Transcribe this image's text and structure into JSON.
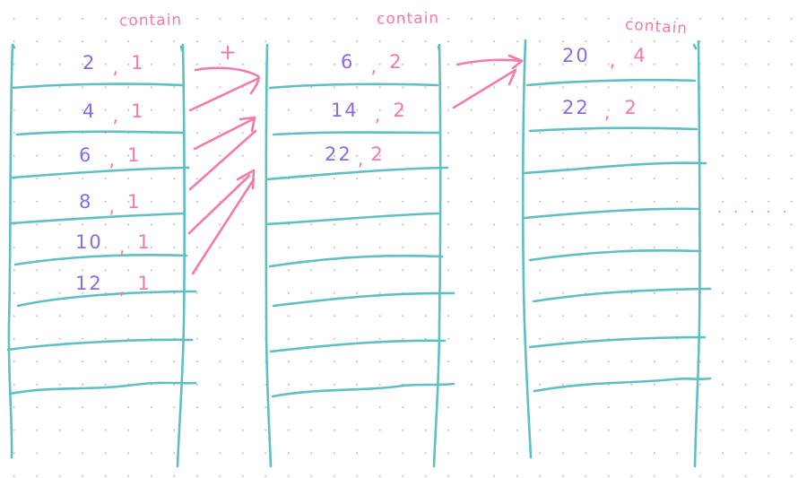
{
  "colors": {
    "teal": "#5fbfc4",
    "pink": "#f47aae",
    "purple": "#8b6be3"
  },
  "columns": [
    {
      "label": "contain",
      "rows": [
        {
          "value": "2",
          "count": "1"
        },
        {
          "value": "4",
          "count": "1"
        },
        {
          "value": "6",
          "count": "1"
        },
        {
          "value": "8",
          "count": "1"
        },
        {
          "value": "10",
          "count": "1"
        },
        {
          "value": "12",
          "count": "1"
        }
      ]
    },
    {
      "label": "contain",
      "rows": [
        {
          "value": "6",
          "count": "2"
        },
        {
          "value": "14",
          "count": "2"
        },
        {
          "value": "22",
          "count": "2"
        }
      ]
    },
    {
      "label": "contain",
      "rows": [
        {
          "value": "20",
          "count": "4"
        },
        {
          "value": "22",
          "count": "2"
        }
      ]
    }
  ],
  "operator": "+",
  "continuation": ". . . . ."
}
